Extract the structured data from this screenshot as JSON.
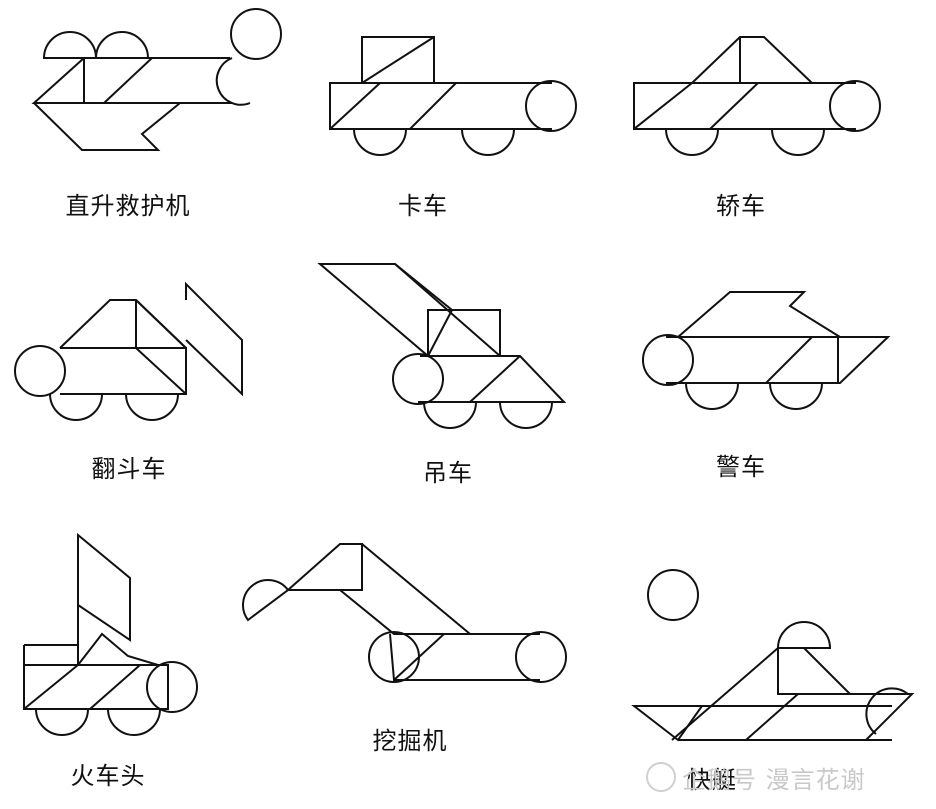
{
  "figures": [
    {
      "id": "helicopter",
      "label": "直升救护机"
    },
    {
      "id": "truck",
      "label": "卡车"
    },
    {
      "id": "sedan",
      "label": "轿车"
    },
    {
      "id": "dump-truck",
      "label": "翻斗车"
    },
    {
      "id": "crane",
      "label": "吊车"
    },
    {
      "id": "police-car",
      "label": "警车"
    },
    {
      "id": "locomotive",
      "label": "火车头"
    },
    {
      "id": "excavator",
      "label": "挖掘机"
    },
    {
      "id": "speedboat",
      "label": "快艇"
    }
  ],
  "watermark": {
    "text": "企鹅号 漫言花谢"
  }
}
